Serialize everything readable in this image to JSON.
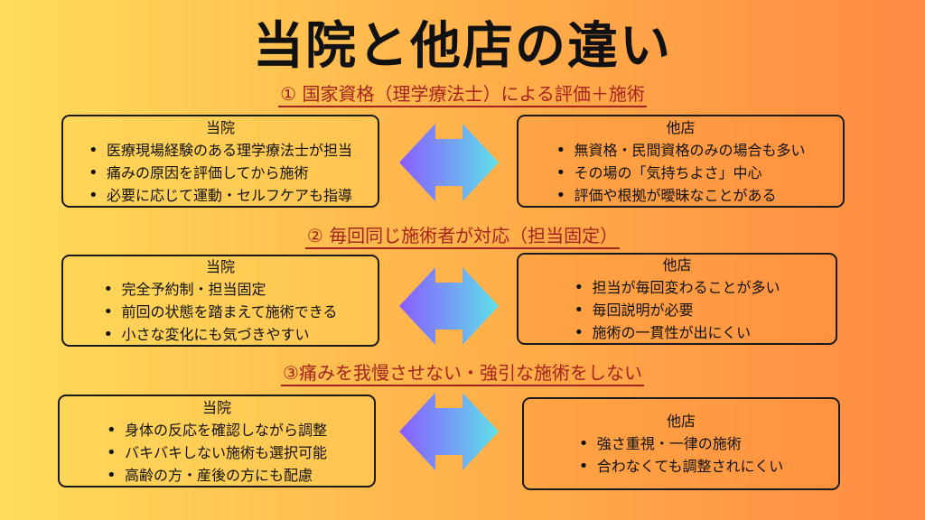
{
  "title": "当院と他店の違い",
  "sections": [
    {
      "heading": "① 国家資格（理学療法士）による評価＋施術",
      "left": {
        "label": "当院",
        "items": [
          "医療現場経験のある理学療法士が担当",
          "痛みの原因を評価してから施術",
          "必要に応じて運動・セルフケアも指導"
        ]
      },
      "right": {
        "label": "他店",
        "items": [
          "無資格・民間資格のみの場合も多い",
          "その場の「気持ちよさ」中心",
          "評価や根拠が曖昧なことがある"
        ]
      }
    },
    {
      "heading": "② 毎回同じ施術者が対応（担当固定）",
      "left": {
        "label": "当院",
        "items": [
          "完全予約制・担当固定",
          "前回の状態を踏まえて施術できる",
          "小さな変化にも気づきやすい"
        ]
      },
      "right": {
        "label": "他店",
        "items": [
          "担当が毎回変わることが多い",
          "毎回説明が必要",
          "施術の一貫性が出にくい"
        ]
      }
    },
    {
      "heading": "③痛みを我慢させない・強引な施術をしない",
      "left": {
        "label": "当院",
        "items": [
          "身体の反応を確認しながら調整",
          "バキバキしない施術も選択可能",
          "高齢の方・産後の方にも配慮"
        ]
      },
      "right": {
        "label": "他店",
        "items": [
          "強さ重視・一律の施術",
          "合わなくても調整されにくい"
        ]
      }
    }
  ],
  "colors": {
    "heading": "#a5231e",
    "arrow_start": "#8a5cff",
    "arrow_end": "#5ee0e8"
  }
}
